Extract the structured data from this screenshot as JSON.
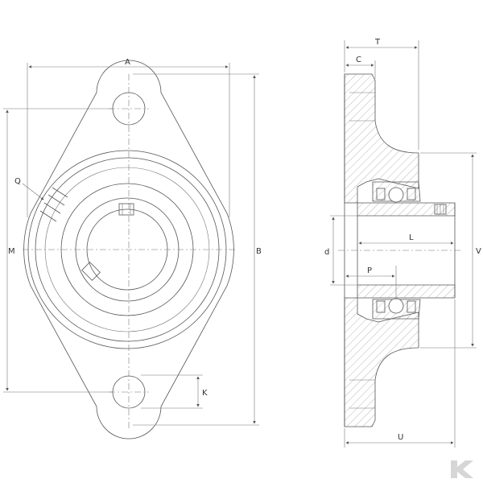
{
  "drawing": {
    "front_view": {
      "labels": {
        "A": "A",
        "B": "B",
        "M": "M",
        "Q": "Q",
        "K": "K"
      }
    },
    "side_view": {
      "labels": {
        "T": "T",
        "C": "C",
        "V": "V",
        "L": "L",
        "d": "d",
        "P": "P",
        "U": "U"
      }
    }
  },
  "brand": {
    "logo_letter": "K",
    "logo_color": "#d6d6d6"
  },
  "colors": {
    "line": "#555555",
    "hatch": "#8a8a8a",
    "text": "#333333"
  }
}
